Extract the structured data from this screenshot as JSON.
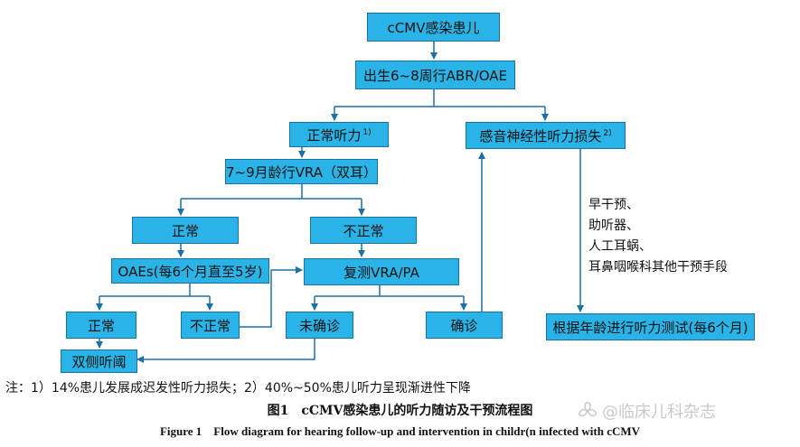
{
  "nodes": {
    "ccmv": "cCMV感染患儿",
    "birth_test": "出生6~8周行ABR/OAE",
    "normal_hearing": "正常听力",
    "normal_hearing_sup": "1)",
    "snhl": "感音神经性听力损失",
    "snhl_sup": "2)",
    "vra": "7~9月龄行VRA（双耳）",
    "normal": "正常",
    "abnormal": "不正常",
    "oaes": "OAEs(每6个月直至5岁)",
    "retest": "复测VRA/PA",
    "normal2": "正常",
    "abnormal2": "不正常",
    "unconfirmed": "未确诊",
    "confirmed": "确诊",
    "bilateral_threshold": "双侧听阈",
    "age_test": "根据年龄进行听力测试(每6个月)"
  },
  "intervention": {
    "line1": "早干预、",
    "line2": "助听器、",
    "line3": "人工耳蜗、",
    "line4": "耳鼻咽喉科其他干预手段"
  },
  "note": "注：1）14%患儿发展成迟发性听力损失；2）40%~50%患儿听力呈现渐进性下降",
  "caption_cn": "图1　cCMV感染患儿的听力随访及干预流程图",
  "caption_en": "Figure 1　Flow diagram for hearing follow-up and intervention in childr(n infected with cCMV",
  "watermark": "@临床儿科杂志",
  "colors": {
    "node_fill": "#29b3e6",
    "node_border": "#1d6fa8",
    "line": "#1d6fa8"
  }
}
